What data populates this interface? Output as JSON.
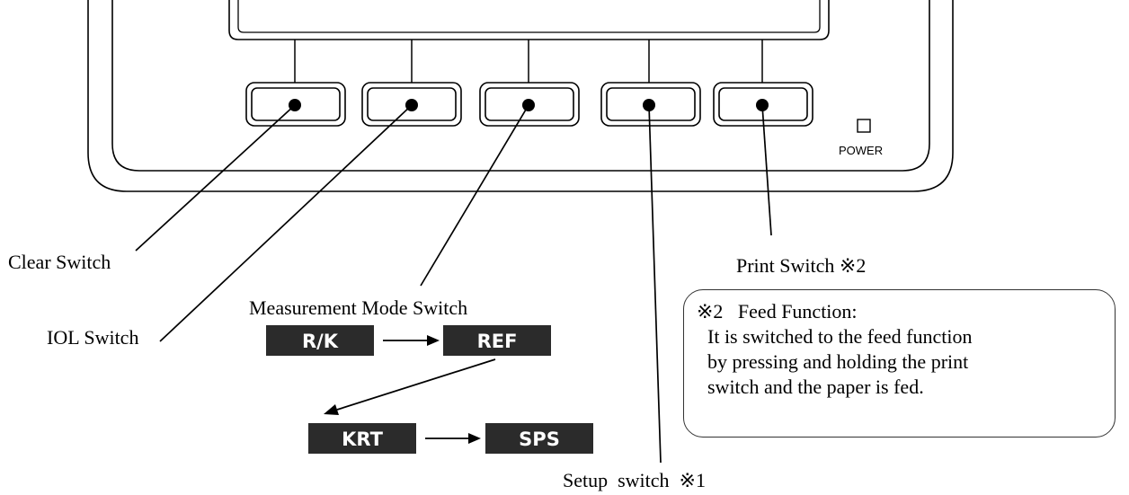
{
  "power_label": "POWER",
  "labels": {
    "clear": "Clear Switch",
    "iol": "IOL Switch",
    "measurement": "Measurement Mode Switch",
    "setup": "Setup  switch  ※1",
    "print": "Print Switch ※2"
  },
  "modes": [
    "R/K",
    "REF",
    "KRT",
    "SPS"
  ],
  "note": {
    "title": "※2   Feed Function:",
    "lines": [
      "It is switched to the feed function",
      "by pressing and holding the print",
      "switch and the paper is fed."
    ]
  },
  "colors": {
    "mode_bg": "#2b2b2b",
    "mode_text": "#ffffff",
    "line": "#000000"
  }
}
